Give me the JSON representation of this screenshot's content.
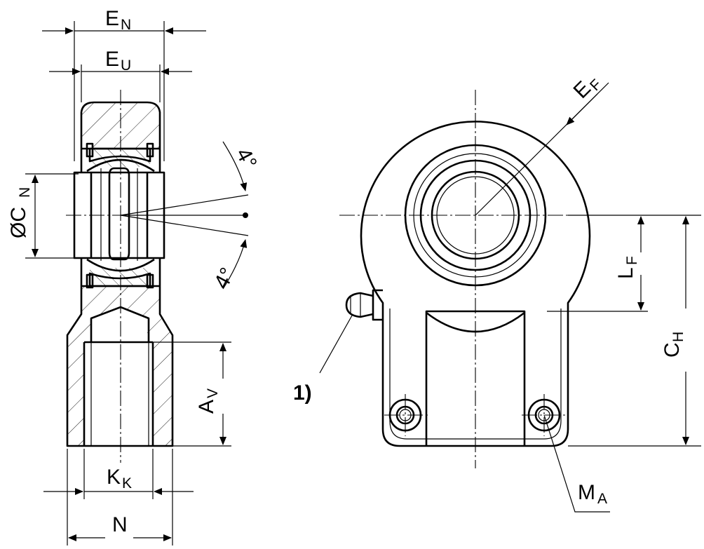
{
  "labels": {
    "en": {
      "main": "E",
      "sub": "N"
    },
    "eu": {
      "main": "E",
      "sub": "U"
    },
    "cn": {
      "main": "ØC",
      "sub": "N"
    },
    "angle_top": "4°",
    "angle_bottom": "4°",
    "av": {
      "main": "A",
      "sub": "V"
    },
    "kk": {
      "main": "K",
      "sub": "K"
    },
    "n": {
      "main": "N"
    },
    "ef": {
      "main": "E",
      "sub": "F"
    },
    "lf": {
      "main": "L",
      "sub": "F"
    },
    "ch": {
      "main": "C",
      "sub": "H"
    },
    "ma": {
      "main": "M",
      "sub": "A"
    },
    "note": "1)"
  },
  "icons": {
    "grease_nipple": "grease-nipple-icon"
  }
}
